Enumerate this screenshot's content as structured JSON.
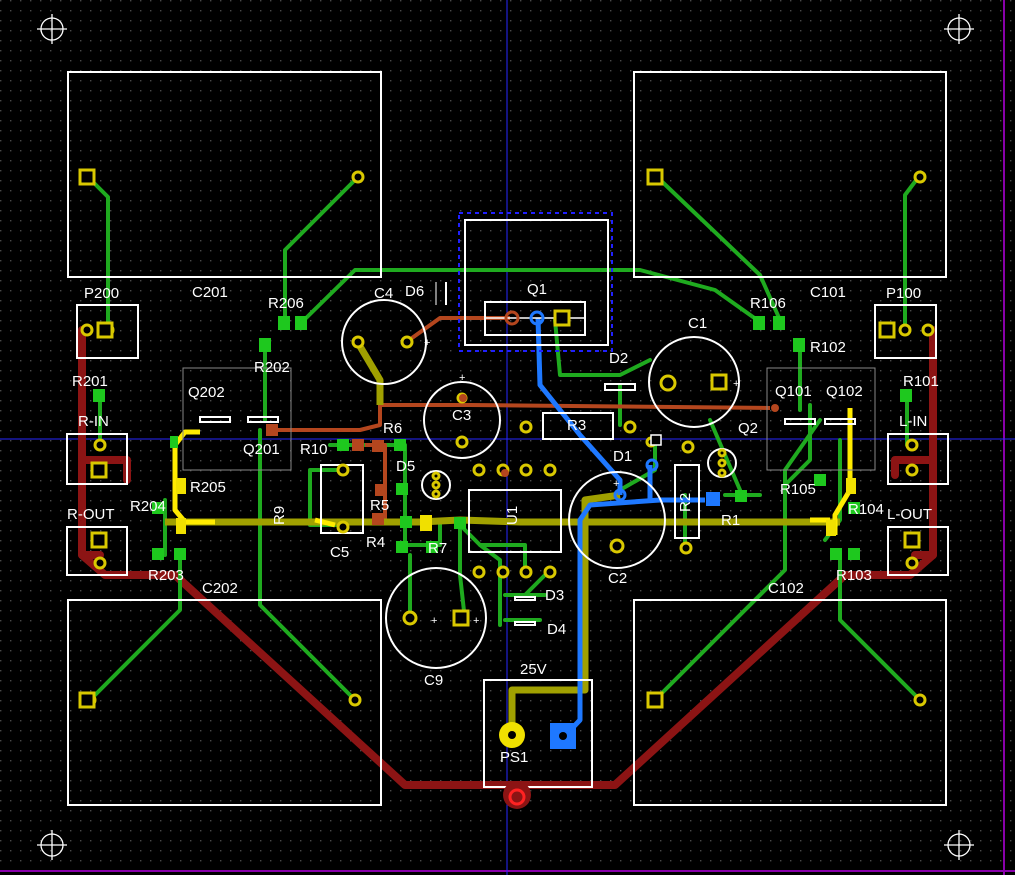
{
  "labels": {
    "c201": "C201",
    "c101": "C101",
    "p200": "P200",
    "p100": "P100",
    "r206": "R206",
    "r106": "R106",
    "c4": "C4",
    "d6": "D6",
    "q1": "Q1",
    "c1": "C1",
    "r202": "R202",
    "r102": "R102",
    "d2": "D2",
    "r201": "R201",
    "r101": "R101",
    "q202": "Q202",
    "q101": "Q101",
    "q102": "Q102",
    "c3": "C3",
    "r_in": "R-IN",
    "l_in": "L-IN",
    "r6": "R6",
    "r3": "R3",
    "q2": "Q2",
    "q201": "Q201",
    "r10": "R10",
    "d1": "D1",
    "d5": "D5",
    "r205": "R205",
    "r105": "R105",
    "r204": "R204",
    "r5": "R5",
    "r9": "R9",
    "u1": "U1",
    "r2": "R2",
    "r1": "R1",
    "r_out": "R-OUT",
    "l_out": "L-OUT",
    "r104": "R104",
    "r4": "R4",
    "r7": "R7",
    "c5": "C5",
    "c2": "C2",
    "r203": "R203",
    "r103": "R103",
    "c202": "C202",
    "c102": "C102",
    "d3": "D3",
    "d4": "D4",
    "c9": "C9",
    "v25": "25V",
    "ps1": "PS1"
  },
  "colors": {
    "background": "#000000",
    "grid_dot": "#4a4a4a",
    "top_trace": "#1faa1f",
    "bottom_trace": "#8c1414",
    "pad_green": "#1ec81e",
    "pad_yellow": "#f0e000",
    "silk": "#ffffff",
    "orange_trace": "#b4461e",
    "blue_trace": "#1e78ff",
    "olive_trace": "#a0a000",
    "yellow_trace": "#ffeb00",
    "board_edge": "#8800aa",
    "crosshair": "#2828ff"
  }
}
